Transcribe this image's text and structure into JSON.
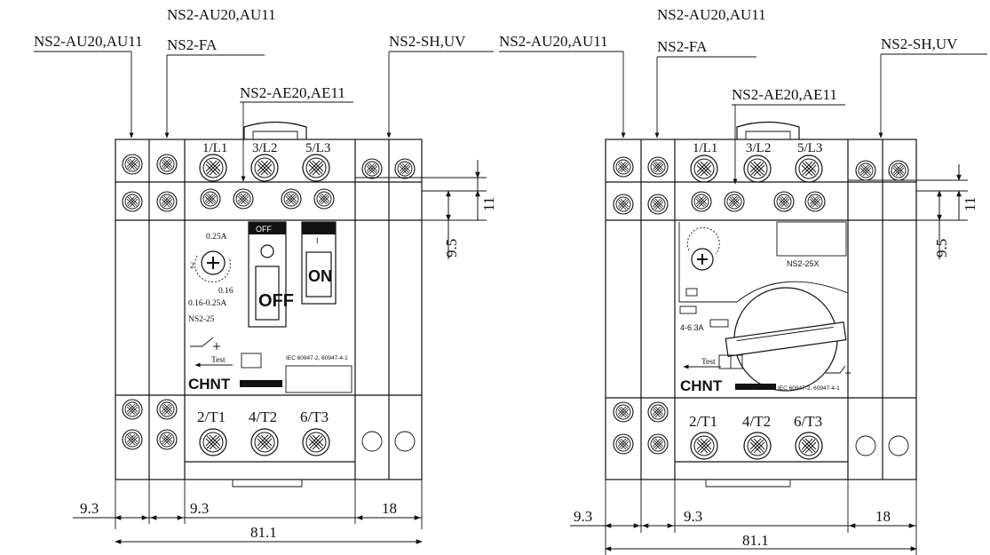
{
  "diagrams": [
    {
      "callouts": {
        "aux_left": "NS2-AU20,AU11",
        "aux_top": "NS2-AU20,AU11",
        "fault": "NS2-FA",
        "aux_front": "NS2-AE20,AE11",
        "trip": "NS2-SH,UV"
      },
      "terminals_top": [
        "1/L1",
        "3/L2",
        "5/L3"
      ],
      "terminals_bottom": [
        "2/T1",
        "4/T2",
        "6/T3"
      ],
      "dial": {
        "max": "0.25A",
        "mid": "2",
        "min": "0.16",
        "range": "0.16-0.25A"
      },
      "switch_off": "OFF",
      "switch_on_mark": "I",
      "btn_off": "OFF",
      "btn_on": "ON",
      "model": "NS2-25",
      "test": "Test",
      "standard": "IEC 60947-2, 60947-4-1",
      "brand": "CHNT",
      "dims": {
        "top": "11",
        "side": "9.5",
        "left1": "9.3",
        "left2": "9.3",
        "right": "18",
        "total": "81.1"
      }
    },
    {
      "callouts": {
        "aux_left": "NS2-AU20,AU11",
        "aux_top": "NS2-AU20,AU11",
        "fault": "NS2-FA",
        "aux_front": "NS2-AE20,AE11",
        "trip": "NS2-SH,UV"
      },
      "terminals_top": [
        "1/L1",
        "3/L2",
        "5/L3"
      ],
      "terminals_bottom": [
        "2/T1",
        "4/T2",
        "6/T3"
      ],
      "model": "NS2-25X",
      "current": "4-6.3A",
      "test": "Test",
      "standard": "IEC 60947-2, 60947-4-1",
      "brand": "CHNT",
      "dims": {
        "top": "11",
        "side": "9.5",
        "left1": "9.3",
        "left2": "9.3",
        "right": "18",
        "total": "81.1"
      }
    }
  ]
}
